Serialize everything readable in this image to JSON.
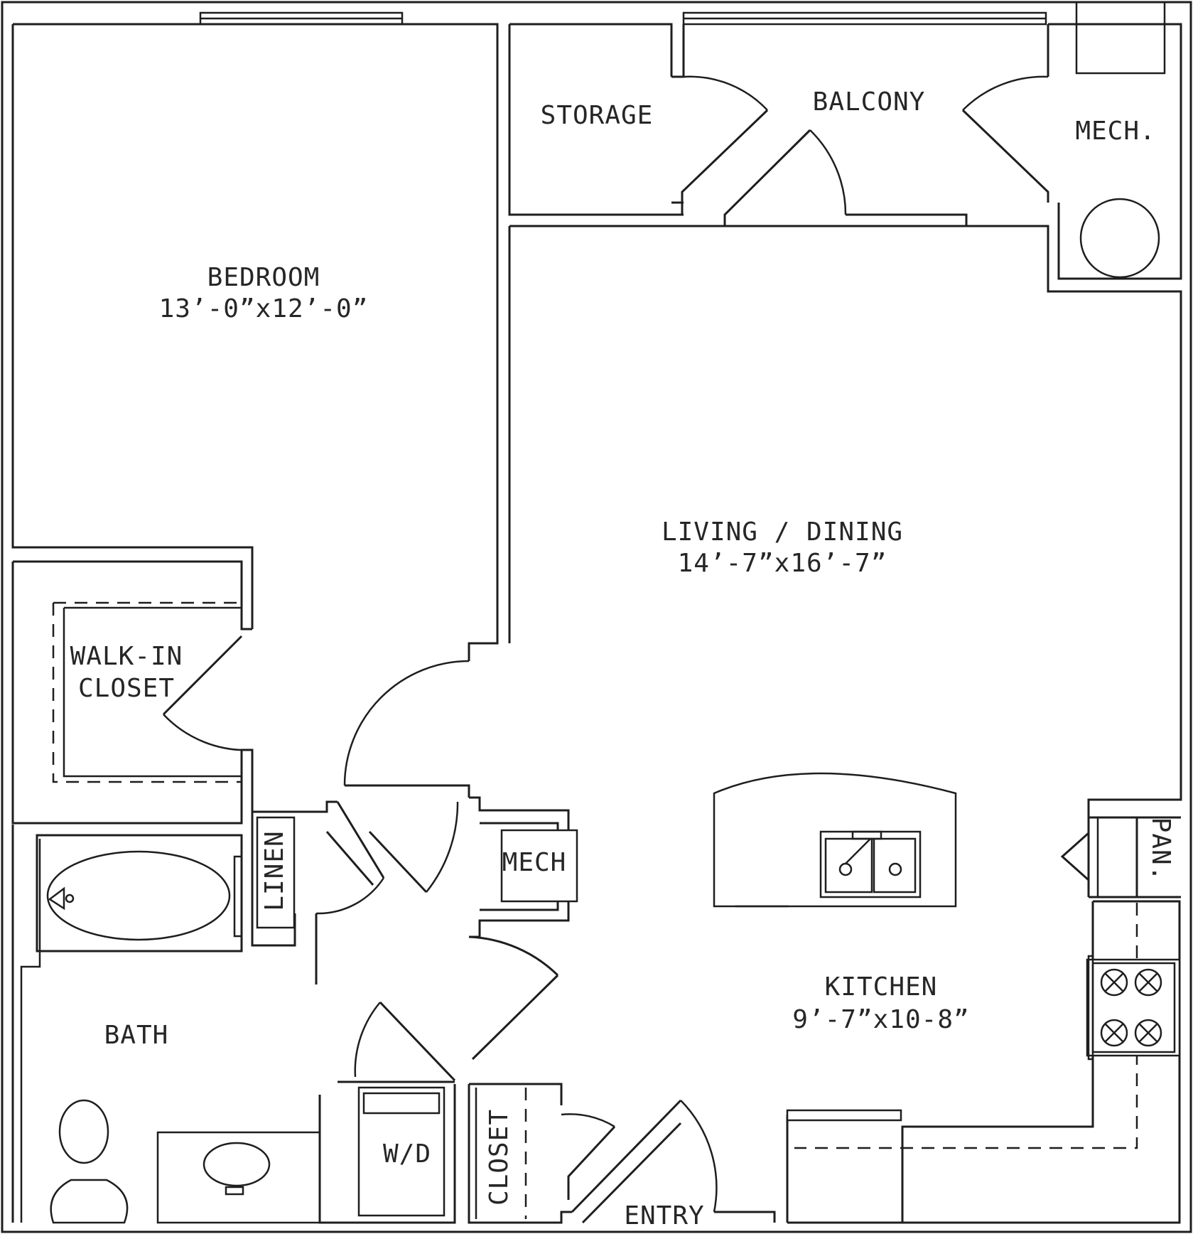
{
  "rooms": {
    "bedroom": {
      "name": "BEDROOM",
      "size": "13’-0”x12’-0”"
    },
    "living": {
      "name": "LIVING / DINING",
      "size": "14’-7”x16’-7”"
    },
    "kitchen": {
      "name": "KITCHEN",
      "size": "9’-7”x10-8”"
    },
    "storage": {
      "name": "STORAGE"
    },
    "balcony": {
      "name": "BALCONY"
    },
    "mech_top": {
      "name": "MECH."
    },
    "walkin": {
      "line1": "WALK-IN",
      "line2": "CLOSET"
    },
    "linen": {
      "name": "LINEN"
    },
    "mech_center": {
      "name": "MECH"
    },
    "pantry": {
      "name": "PAN."
    },
    "bath": {
      "name": "BATH"
    },
    "washer_dryer": {
      "name": "W/D"
    },
    "closet": {
      "name": "CLOSET"
    },
    "entry": {
      "name": "ENTRY"
    }
  }
}
